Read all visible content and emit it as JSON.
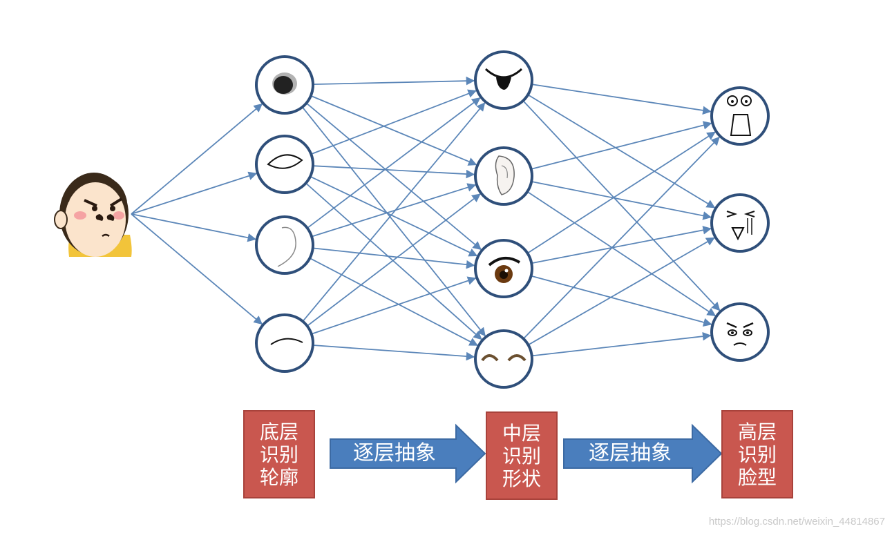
{
  "colors": {
    "connection": "#5b86b8",
    "node_stroke": "#2f4f7a",
    "box_fill": "#c9574f",
    "arrow_fill": "#4a7ebd"
  },
  "diagram": {
    "input": {
      "icon": "cartoon-face-icon"
    },
    "layers": [
      {
        "name": "low",
        "nodes": [
          "dark-blob-icon",
          "eye-contour-icon",
          "ear-curve-icon",
          "arc-line-icon"
        ]
      },
      {
        "name": "mid",
        "nodes": [
          "mouth-shape-icon",
          "ear-shape-icon",
          "eye-shape-icon",
          "eyebrows-shape-icon"
        ]
      },
      {
        "name": "high",
        "nodes": [
          "surprised-face-icon",
          "crying-face-icon",
          "angry-face-icon"
        ]
      }
    ]
  },
  "legend": {
    "low_label": [
      "底层",
      "识别",
      "轮廓"
    ],
    "mid_label": [
      "中层",
      "识别",
      "形状"
    ],
    "high_label": [
      "高层",
      "识别",
      "脸型"
    ],
    "arrow_text_1": "逐层抽象",
    "arrow_text_2": "逐层抽象"
  },
  "watermark": "https://blog.csdn.net/weixin_44814867"
}
